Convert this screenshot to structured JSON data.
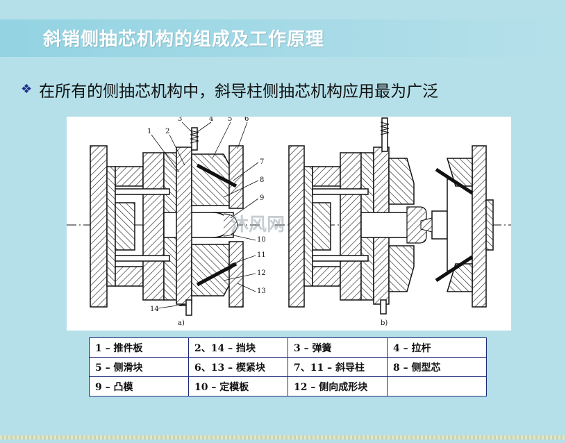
{
  "slide": {
    "title": "斜销侧抽芯机构的组成及工作原理",
    "bullet_icon": "diamond-bullet-icon",
    "bullet_text": "在所有的侧抽芯机构中，斜导柱侧抽芯机构应用最为广泛"
  },
  "figure": {
    "callouts": [
      "1",
      "2",
      "3",
      "4",
      "5",
      "6",
      "7",
      "8",
      "9",
      "10",
      "11",
      "12",
      "13",
      "14"
    ],
    "sub_a": "a)",
    "sub_b": "b)",
    "watermark": "沐风网"
  },
  "legend": {
    "rows": [
      [
        "1 – 推件板",
        "2、14 – 挡块",
        "3 – 弹簧",
        "4 – 拉杆"
      ],
      [
        "5 – 侧滑块",
        "6、13 – 楔紧块",
        "7、11 – 斜导柱",
        "8 – 侧型芯"
      ],
      [
        "9 – 凸模",
        "10 – 定模板",
        "12 – 侧向成形块",
        ""
      ]
    ]
  },
  "colors": {
    "background": "#b5e0ea",
    "title": "#ffffff",
    "bullet": "#1d2f8a",
    "table_border": "#1e2a7a"
  }
}
